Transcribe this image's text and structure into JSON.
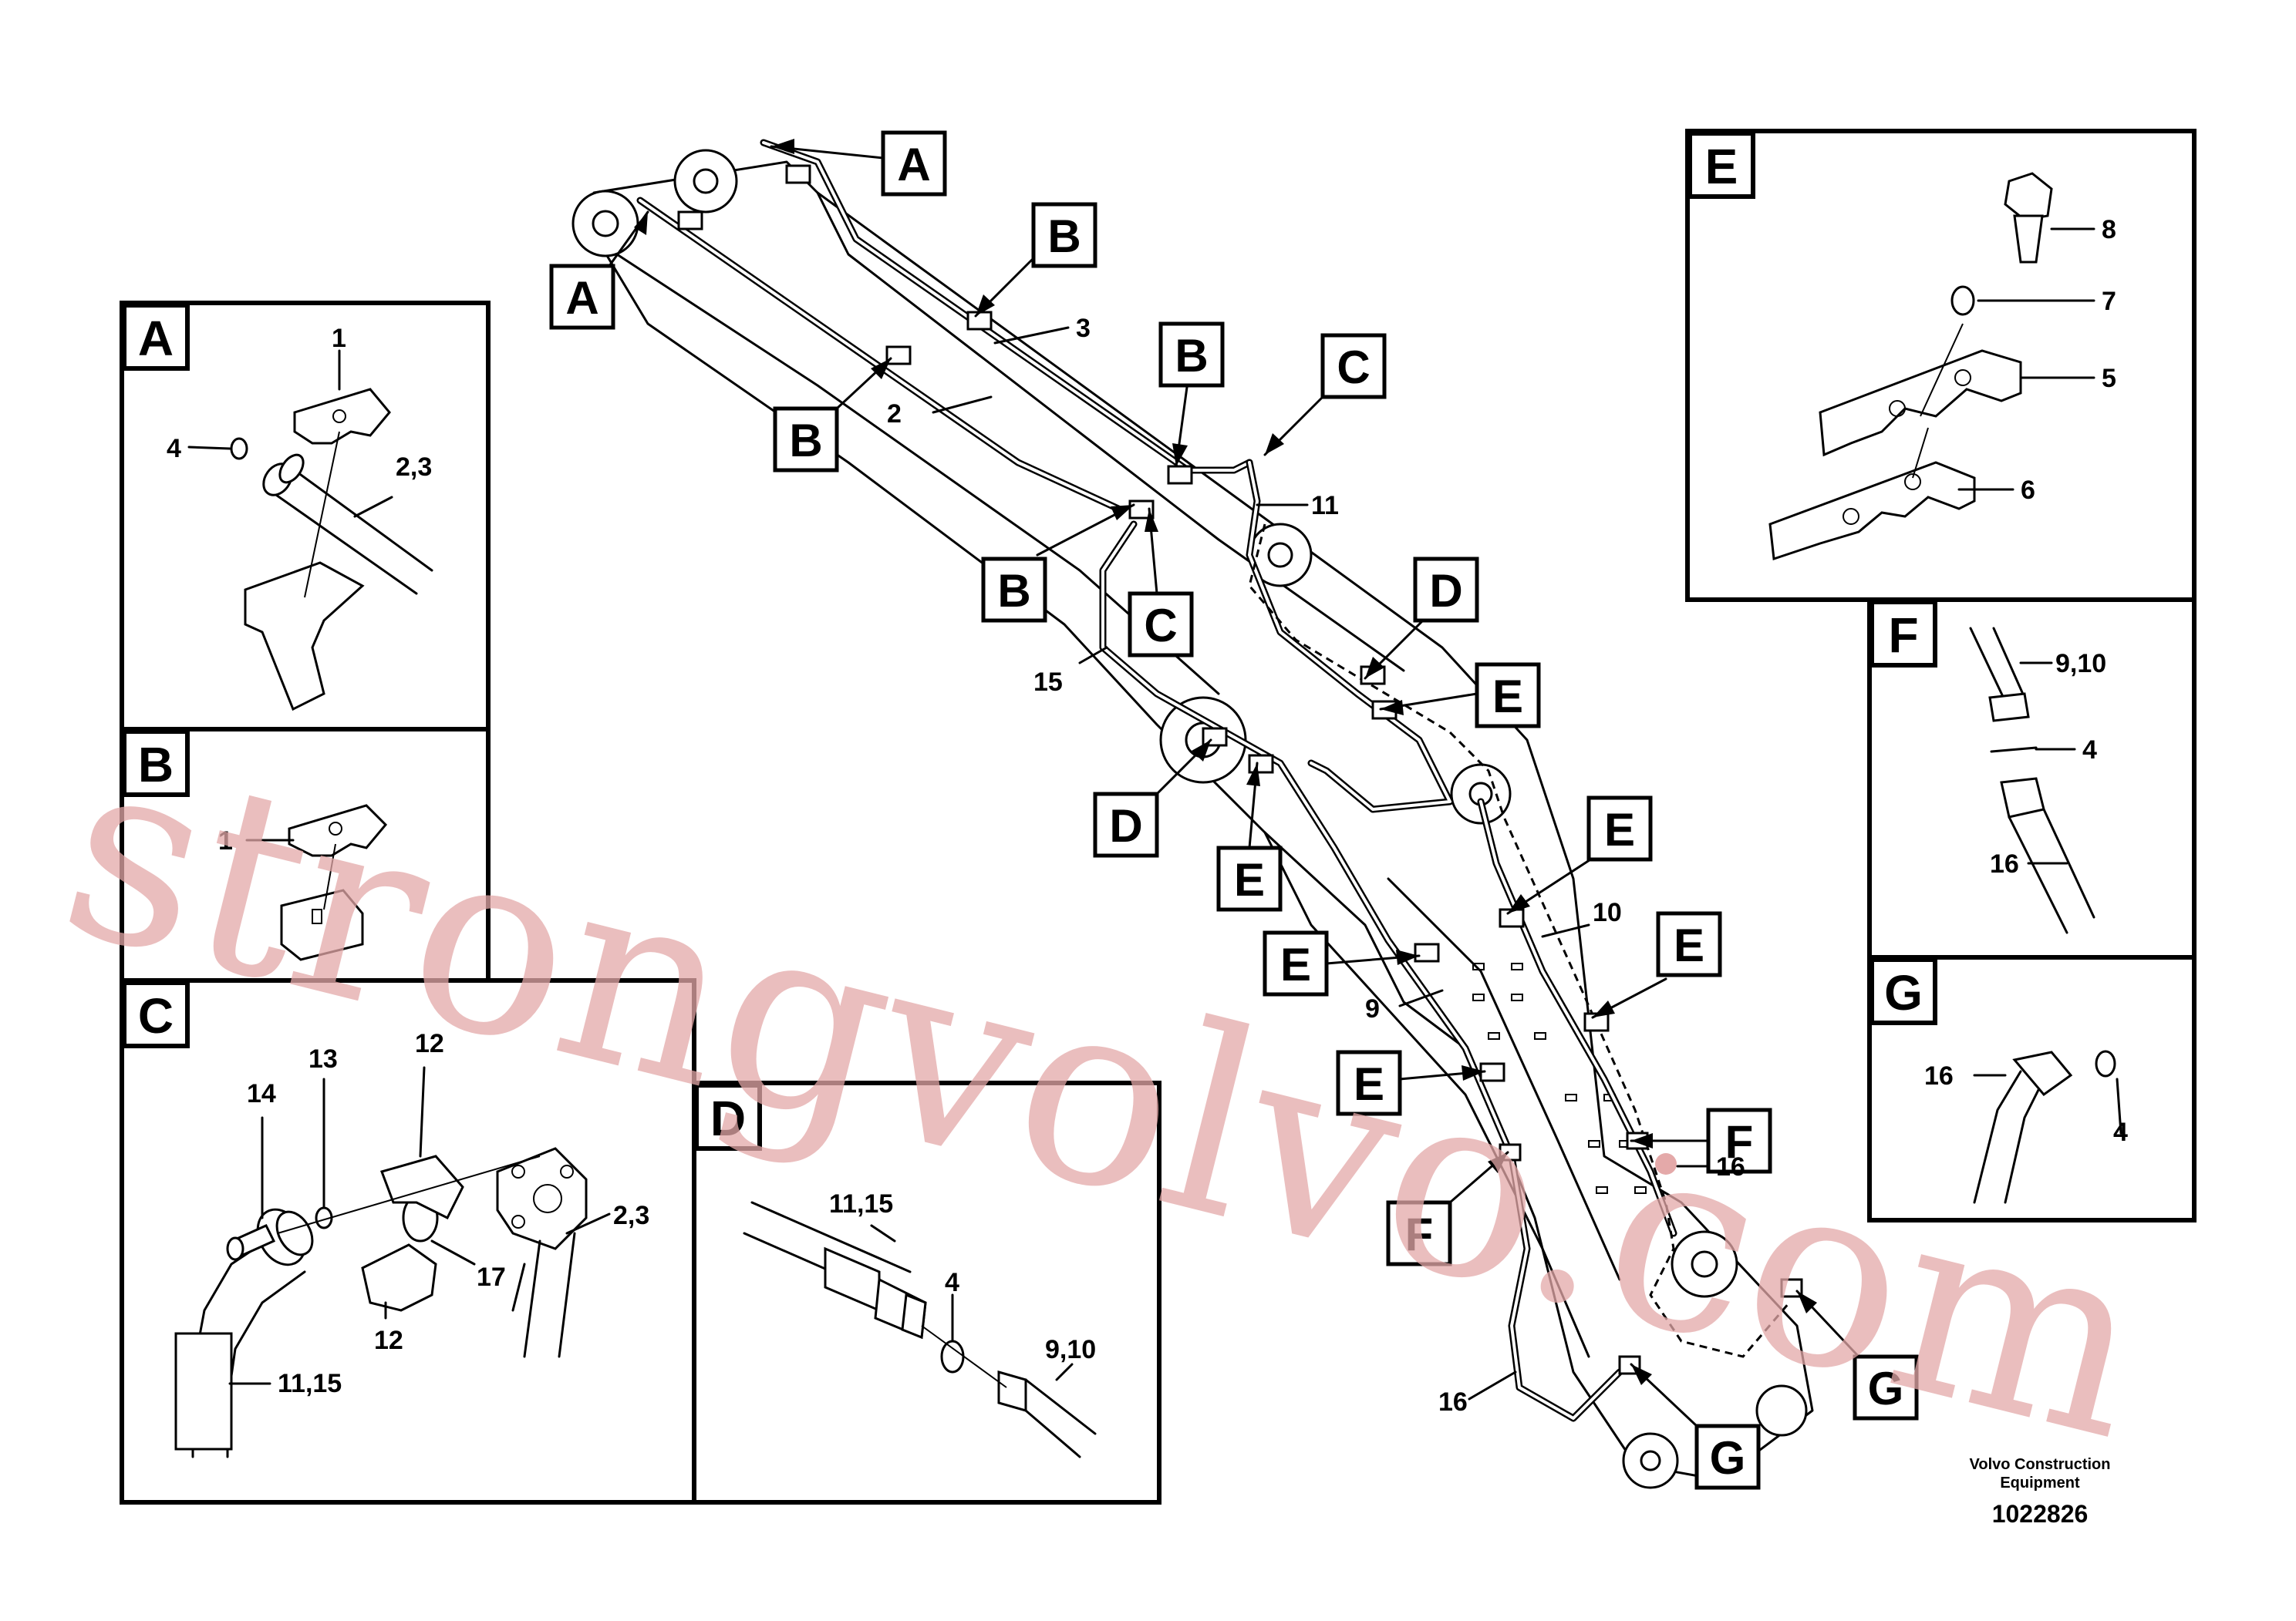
{
  "callouts": {
    "A": "A",
    "B": "B",
    "C": "C",
    "D": "D",
    "E": "E",
    "F": "F",
    "G": "G"
  },
  "part_numbers": {
    "n1": "1",
    "n2": "2",
    "n3": "3",
    "n4": "4",
    "n5": "5",
    "n6": "6",
    "n7": "7",
    "n8": "8",
    "n9": "9",
    "n10": "10",
    "n11": "11",
    "n12": "12",
    "n13": "13",
    "n14": "14",
    "n15": "15",
    "n16": "16",
    "n17": "17",
    "n23": "2,3",
    "n910": "9,10",
    "n1115": "11,15"
  },
  "watermark": "strongvolvo.com",
  "footer": {
    "brand_line1": "Volvo Construction",
    "brand_line2": "Equipment",
    "reference": "1022826"
  }
}
